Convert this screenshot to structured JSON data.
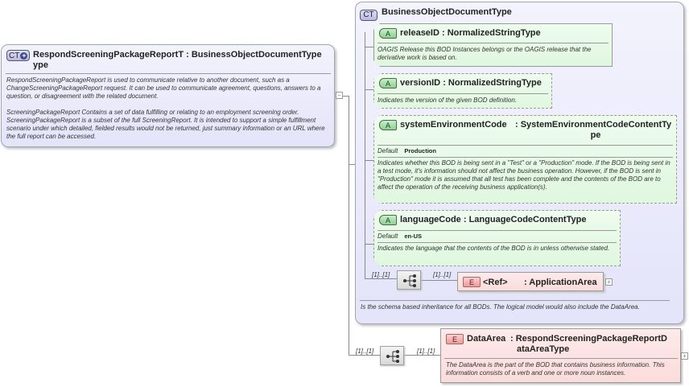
{
  "root_type": {
    "badge": "CT",
    "title_line1": "RespondScreeningPackageReportT : BusinessObjectDocumentType",
    "title_line2": "ype",
    "doc_para1": "RespondScreeningPackageReport is used to communicate relative to another document, such as a ChangeScreeningPackageReport request. It can be used to communicate agreement, questions, answers to a question, or disagreement with the related document.",
    "doc_para2": "ScreeningPackageReport  Contains a set of data fulfilling or relating to an employment screening order. ScreeningPackageReport is a subset of the full ScreeningReport. It is intended to support a simple fulfillment scenario under which detailed, fielded results would not be returned, just summary information or an URL where the full report can be accessed.",
    "collapse_toggle": "−"
  },
  "base_type": {
    "badge": "CT",
    "title": "BusinessObjectDocumentType",
    "doc": "Is the schema based inheritance for all BODs. The logical model would also include the DataArea."
  },
  "attributes": [
    {
      "badge": "A",
      "name": "releaseID",
      "type": ": NormalizedStringType",
      "doc": "OAGIS Release this BOD Instances belongs or the OAGIS release that the derivative work is based on."
    },
    {
      "badge": "A",
      "name": "versionID",
      "type": ": NormalizedStringType",
      "doc": "Indicates the version of the given BOD definition."
    },
    {
      "badge": "A",
      "name": "systemEnvironmentCode",
      "type_line1": ": SystemEnvironmentCodeContentTy",
      "type_line2": "pe",
      "default_label": "Default",
      "default_value": "Production",
      "doc": "Indicates whether this BOD is being sent in a \"Test\" or a \"Production\" mode. If the BOD is being sent in a test mode, it's information should not affect the business operation. However, if the BOD is sent in \"Production\" mode it is assumed that all test has been complete and the contents of the BOD are to affect the operation of the receiving business application(s)."
    },
    {
      "badge": "A",
      "name": "languageCode",
      "type": ": LanguageCodeContentType",
      "default_label": "Default",
      "default_value": "en-US",
      "doc": "Indicates the language that the contents of the BOD is in unless otherwise stated."
    }
  ],
  "application_area": {
    "seq_cardinality": "[1]..[1]",
    "elem_cardinality": "[1]..[1]",
    "badge": "E",
    "name": "<Ref>",
    "type": ": ApplicationArea",
    "expand_toggle": "+"
  },
  "data_area": {
    "seq_cardinality": "[1]..[1]",
    "elem_cardinality": "[1]..[1]",
    "badge": "E",
    "name": "DataArea",
    "type_line1": ": RespondScreeningPackageReportD",
    "type_line2": "ataAreaType",
    "doc": "The DataArea is the part of the BOD that contains business information. This information consists of a verb and one or more noun instances.",
    "expand_toggle": "+"
  }
}
